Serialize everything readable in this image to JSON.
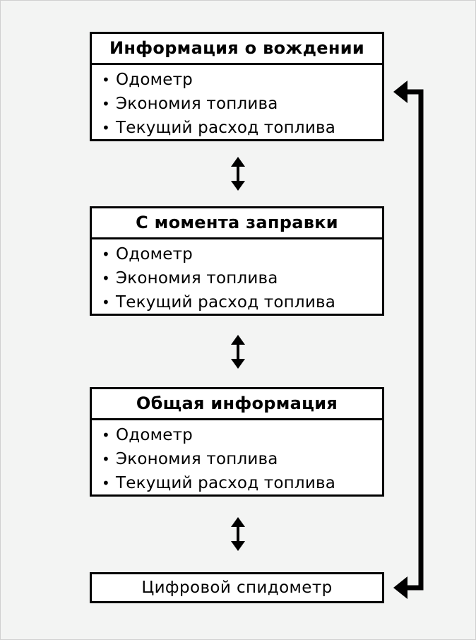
{
  "boxes": [
    {
      "title": "Информация о вождении",
      "items": [
        "Одометр",
        "Экономия топлива",
        "Текущий расход топлива"
      ]
    },
    {
      "title": "С момента заправки",
      "items": [
        "Одометр",
        "Экономия топлива",
        "Текущий расход топлива"
      ]
    },
    {
      "title": "Общая информация",
      "items": [
        "Одометр",
        "Экономия топлива",
        "Текущий расход топлива"
      ]
    },
    {
      "title": "Цифровой спидометр"
    }
  ],
  "bullet": "•"
}
